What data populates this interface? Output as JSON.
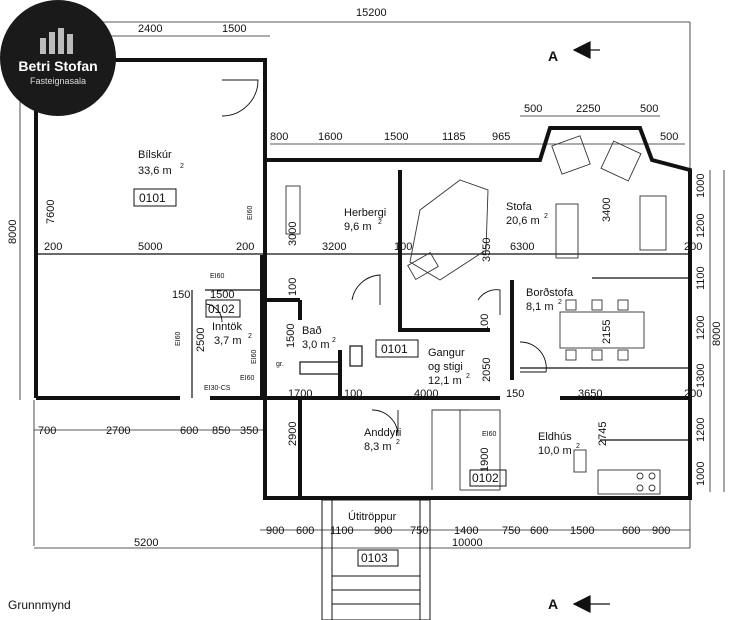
{
  "brand": {
    "name": "Betri Stofan",
    "sub": "Fasteignasala"
  },
  "caption": "Grunnmynd",
  "section_marks": [
    "A",
    "A"
  ],
  "rooms": {
    "bilskur": {
      "name": "Bílskúr",
      "area": "33,6 m",
      "code": "0101",
      "fire": "EI60"
    },
    "herbergi": {
      "name": "Herbergi",
      "area": "9,6 m"
    },
    "stofa": {
      "name": "Stofa",
      "area": "20,6 m"
    },
    "bordstofa": {
      "name": "Borðstofa",
      "area": "8,1 m"
    },
    "bad": {
      "name": "Bað",
      "area": "3,0 m"
    },
    "inntok": {
      "name": "Inntök",
      "area": "3,7 m",
      "code": "0102"
    },
    "gangur": {
      "name1": "Gangur",
      "name2": "og stigi",
      "area": "12,1 m",
      "code": "0101"
    },
    "anddyri": {
      "name": "Anddyri",
      "area": "8,3 m"
    },
    "eldhus": {
      "name": "Eldhús",
      "area": "10,0 m"
    },
    "stair_code": "0102",
    "utitroppur": {
      "name": "Útitröppur",
      "code": "0103"
    }
  },
  "fire_labels": [
    "EI60",
    "EI60",
    "EI60",
    "EI60",
    "EI30-CS",
    "EI60"
  ],
  "gr_label": "gr.",
  "dims_top": [
    "15200",
    "2400",
    "1500",
    "500",
    "2250",
    "500",
    "800",
    "1600",
    "1500",
    "1185",
    "965",
    "500"
  ],
  "dims_left": [
    "8000",
    "7600"
  ],
  "dims_middle": [
    "200",
    "5000",
    "200",
    "3200",
    "100",
    "6300",
    "200",
    "3000",
    "3550",
    "3400",
    "150",
    "1500",
    "100",
    "2155",
    "100",
    "1500",
    "2500",
    "2050",
    "1700",
    "100",
    "4000",
    "150",
    "3650",
    "200",
    "2900",
    "1900",
    "2745"
  ],
  "dims_right": [
    "1000",
    "1200",
    "1100",
    "1200",
    "1300",
    "1200",
    "1000",
    "8000"
  ],
  "dims_bottom_row1": [
    "700",
    "2700",
    "600",
    "850",
    "350"
  ],
  "dims_bottom_row2": [
    "900",
    "600",
    "1100",
    "900",
    "750",
    "1400",
    "750",
    "600",
    "1500",
    "600",
    "900"
  ],
  "dims_bottom_totals": [
    "5200",
    "10000"
  ]
}
